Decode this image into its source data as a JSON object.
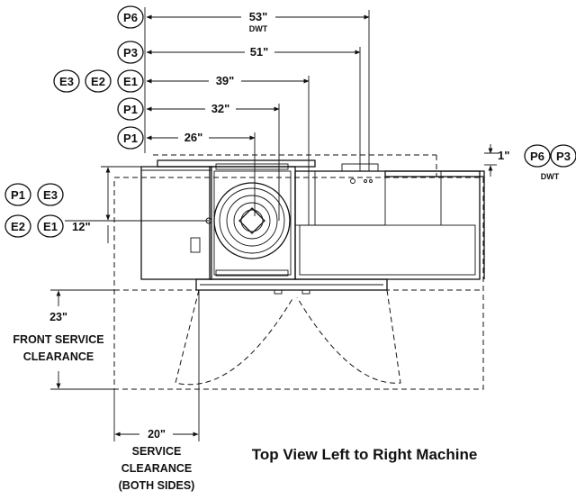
{
  "dimensions": [
    {
      "id": "p6-53",
      "value": "53\"",
      "sub": "DWT",
      "tags": [
        "P6"
      ]
    },
    {
      "id": "p3-51",
      "value": "51\"",
      "tags": [
        "P3"
      ]
    },
    {
      "id": "e1-39",
      "value": "39\"",
      "tags": [
        "E3",
        "E2",
        "E1"
      ]
    },
    {
      "id": "p1-32",
      "value": "32\"",
      "tags": [
        "P1"
      ]
    },
    {
      "id": "p1-26",
      "value": "26\"",
      "tags": [
        "P1"
      ]
    }
  ],
  "right_offset": {
    "value": "1\"",
    "tags": [
      "P6",
      "P3"
    ],
    "sub": "DWT"
  },
  "left_offset": {
    "value": "12\"",
    "tags_top": [
      "P1",
      "E3"
    ],
    "tags_bottom": [
      "E2",
      "E1"
    ]
  },
  "front_clearance": {
    "value": "23\"",
    "line1": "FRONT SERVICE",
    "line2": "CLEARANCE"
  },
  "side_clearance": {
    "value": "20\"",
    "line1": "SERVICE",
    "line2": "CLEARANCE",
    "line3": "(BOTH SIDES)"
  },
  "caption": "Top View Left to Right Machine"
}
